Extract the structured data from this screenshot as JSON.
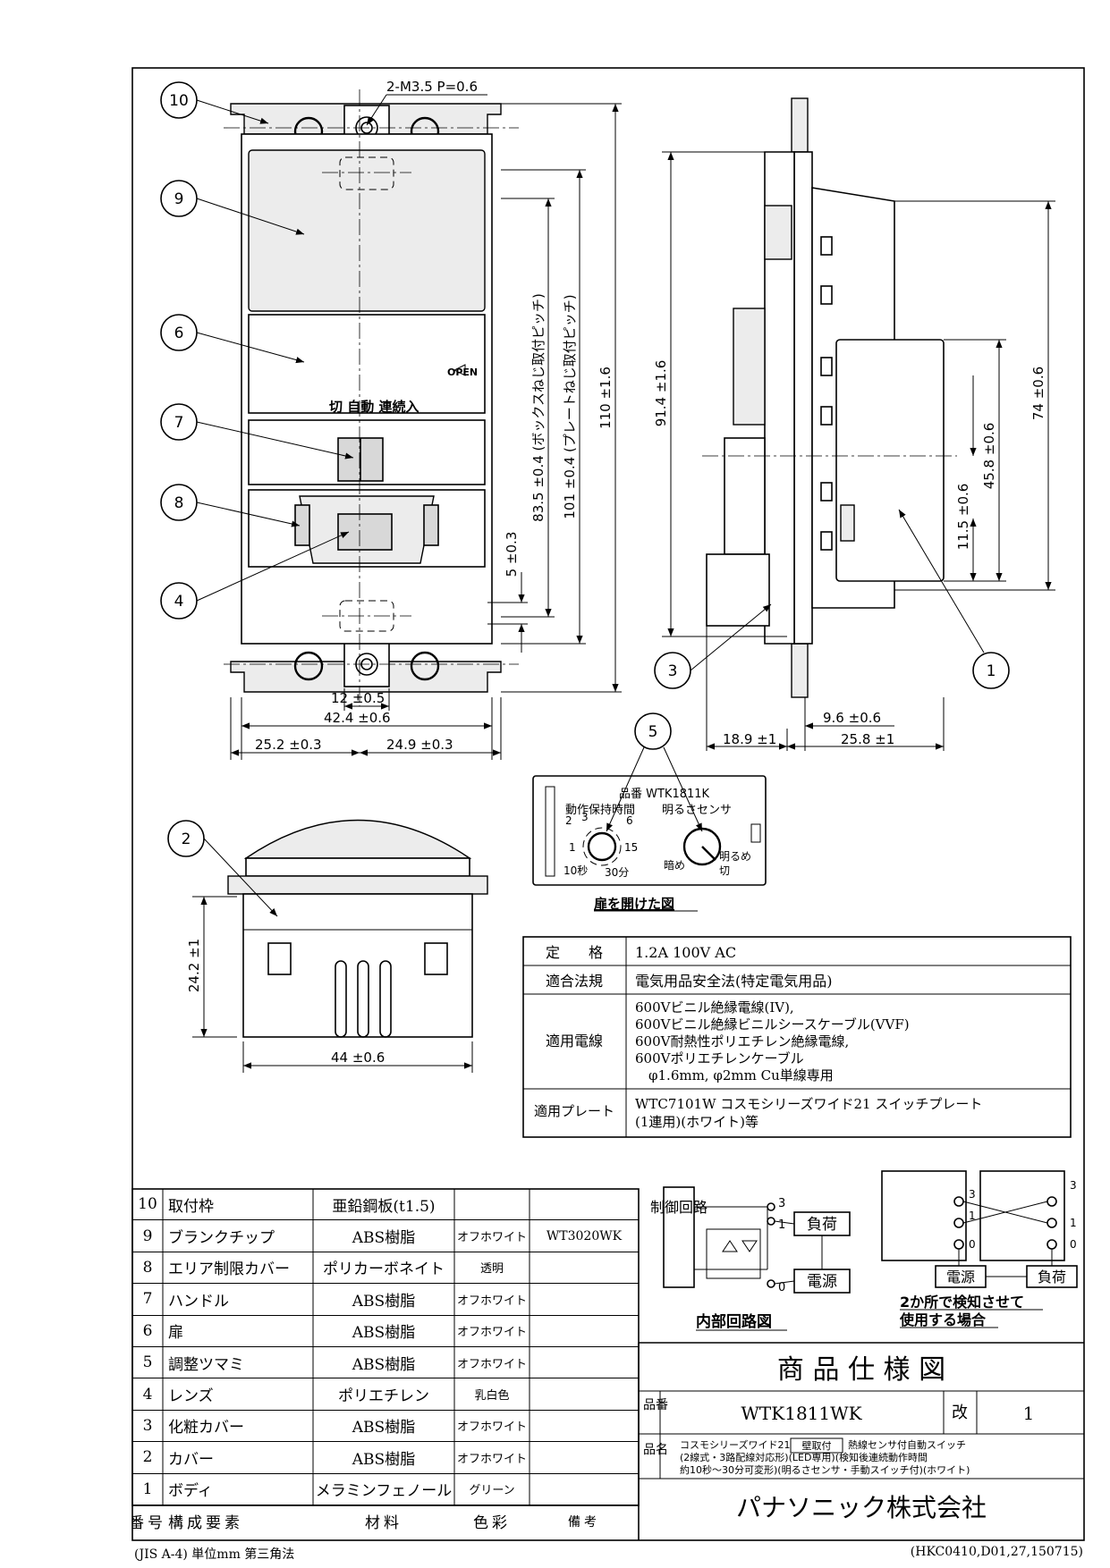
{
  "drawing": {
    "screw_note": "2-M3.5 P=0.6",
    "callouts": [
      "10",
      "9",
      "6",
      "7",
      "8",
      "4",
      "2",
      "3",
      "1",
      "5"
    ],
    "front": {
      "open_label": "OPEN",
      "switch_label": "切 自動 連続入",
      "dims": {
        "screw_c": "12 ±0.5",
        "width": "42.4 ±0.6",
        "left": "25.2 ±0.3",
        "right": "24.9 ±0.3",
        "d5": "5 ±0.3",
        "d835": "83.5 ±0.4 (ボックスねじ取付ピッチ)",
        "d101": "101 ±0.4 (プレートねじ取付ピッチ)",
        "d110": "110 ±1.6"
      }
    },
    "side": {
      "dims": {
        "d914": "91.4 ±1.6",
        "d74": "74 ±0.6",
        "d458": "45.8 ±0.6",
        "d115": "11.5 ±0.6",
        "d96": "9.6 ±0.6",
        "d189": "18.9 ±1",
        "d258": "25.8 ±1"
      }
    },
    "bottom": {
      "dims": {
        "d242": "24.2 ±1",
        "d44": "44 ±0.6"
      }
    },
    "door": {
      "model": "品番 WTK1811K",
      "timer_title": "動作保持時間",
      "sensor_title": "明るさセンサ",
      "timer_marks": [
        "2",
        "3",
        "6",
        "1",
        "15",
        "10秒",
        "30分"
      ],
      "dark": "暗め",
      "bright": "明るめ",
      "off": "切",
      "caption": "扉を開けた図"
    }
  },
  "specs": [
    {
      "label": "定　　格",
      "value": [
        "1.2A 100V AC"
      ]
    },
    {
      "label": "適合法規",
      "value": [
        "電気用品安全法(特定電気用品)"
      ]
    },
    {
      "label": "適用電線",
      "value": [
        "600Vビニル絶縁電線(IV),",
        "600Vビニル絶縁ビニルシースケーブル(VVF)",
        "600V耐熱性ポリエチレン絶縁電線,",
        "600Vポリエチレンケーブル",
        "　φ1.6mm, φ2mm Cu単線専用"
      ]
    },
    {
      "label": "適用プレート",
      "value": [
        "WTC7101W コスモシリーズワイド21 スイッチプレート",
        "(1連用)(ホワイト)等"
      ]
    }
  ],
  "parts": [
    {
      "no": "10",
      "name": "取付枠",
      "material": "亜鉛鋼板(t1.5)",
      "color": "",
      "note": ""
    },
    {
      "no": "9",
      "name": "ブランクチップ",
      "material": "ABS樹脂",
      "color": "オフホワイト",
      "note": "WT3020WK"
    },
    {
      "no": "8",
      "name": "エリア制限カバー",
      "material": "ポリカーボネイト",
      "color": "透明",
      "note": ""
    },
    {
      "no": "7",
      "name": "ハンドル",
      "material": "ABS樹脂",
      "color": "オフホワイト",
      "note": ""
    },
    {
      "no": "6",
      "name": "扉",
      "material": "ABS樹脂",
      "color": "オフホワイト",
      "note": ""
    },
    {
      "no": "5",
      "name": "調整ツマミ",
      "material": "ABS樹脂",
      "color": "オフホワイト",
      "note": ""
    },
    {
      "no": "4",
      "name": "レンズ",
      "material": "ポリエチレン",
      "color": "乳白色",
      "note": ""
    },
    {
      "no": "3",
      "name": "化粧カバー",
      "material": "ABS樹脂",
      "color": "オフホワイト",
      "note": ""
    },
    {
      "no": "2",
      "name": "カバー",
      "material": "ABS樹脂",
      "color": "オフホワイト",
      "note": ""
    },
    {
      "no": "1",
      "name": "ボディ",
      "material": "メラミンフェノール",
      "color": "グリーン",
      "note": ""
    }
  ],
  "parts_header": {
    "no": "番号",
    "name": "構成要素",
    "material": "材料",
    "color": "色彩",
    "note": "備考"
  },
  "circuit": {
    "control": "制御回路",
    "load": "負荷",
    "power": "電源",
    "t3": "3",
    "t1": "1",
    "t0": "0",
    "caption": "内部回路図",
    "caption2": [
      "2か所で検知させて",
      "使用する場合"
    ]
  },
  "title_block": {
    "title": "商 品 仕 様 図",
    "hinban_label": "品番",
    "hinban": "WTK1811WK",
    "kai_label": "改",
    "kai": "1",
    "hinmei_label": "品名",
    "hinmei_tag": "壁取付",
    "hinmei": [
      "コスモシリーズワイド21",
      "熱線センサ付自動スイッチ",
      "(2線式・3路配線対応形)(LED専用)(検知後連続動作時間",
      "約10秒〜30分可変形)(明るさセンサ・手動スイッチ付)(ホワイト)"
    ],
    "company": "パナソニック株式会社"
  },
  "footer": {
    "left": "(JIS A-4) 単位mm 第三角法",
    "right": "(HKC0410,D01,27,150715)"
  }
}
